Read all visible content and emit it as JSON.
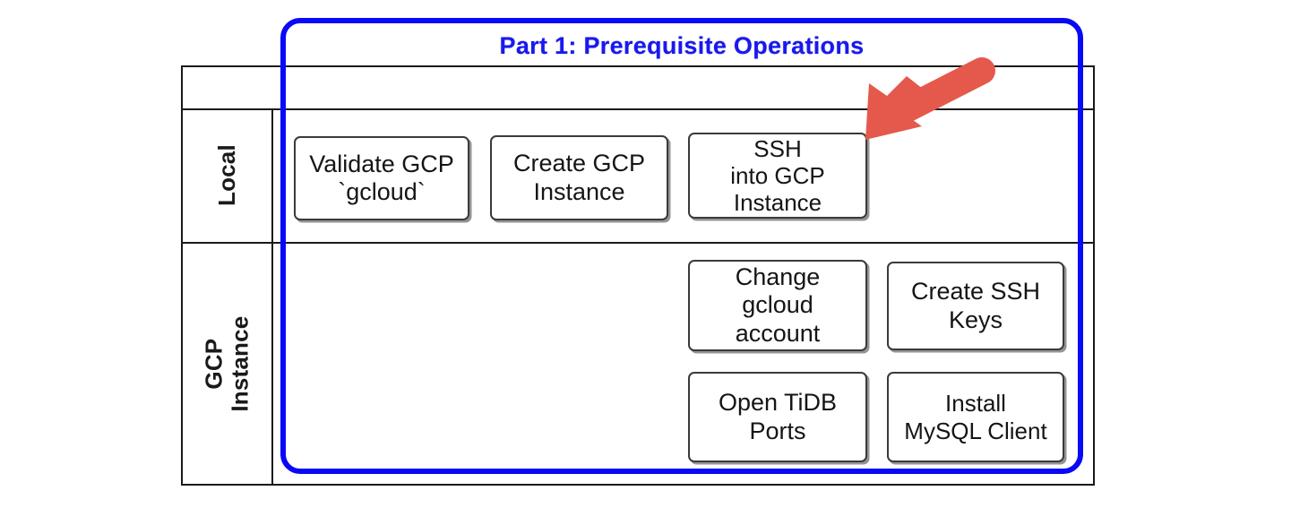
{
  "diagram": {
    "title": "Part 1: Prerequisite Operations",
    "title_color": "#1919EE",
    "container_border_color": "#0909F7",
    "box_border_color": "#3a3a3a",
    "arrow_color": "#E4594B",
    "background_color": "#FFFFFF",
    "header_row_label": "",
    "rows": [
      {
        "label": "Local",
        "steps": [
          {
            "name": "validate-gcloud",
            "label": "Validate GCP\n`gcloud`"
          },
          {
            "name": "create-instance",
            "label": "Create GCP\nInstance"
          },
          {
            "name": "ssh-into-instance",
            "label": "SSH\ninto GCP\nInstance",
            "highlighted": true
          }
        ]
      },
      {
        "label": "GCP\nInstance",
        "steps": [
          {
            "name": "change-gcloud-account",
            "label": "Change\ngcloud\naccount"
          },
          {
            "name": "create-ssh-keys",
            "label": "Create SSH\nKeys"
          },
          {
            "name": "open-tidb-ports",
            "label": "Open TiDB\nPorts"
          },
          {
            "name": "install-mysql-client",
            "label": "Install\nMySQL Client"
          }
        ]
      }
    ],
    "annotation": {
      "name": "red-arrow",
      "points_to": "ssh-into-instance",
      "color": "#E4594B"
    }
  }
}
